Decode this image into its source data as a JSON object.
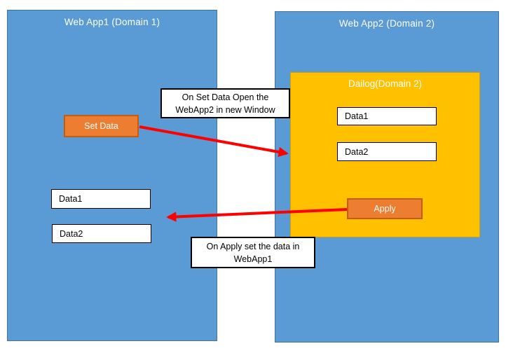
{
  "colors": {
    "panel_blue": "#5B9BD5",
    "panel_blue_border": "#41719C",
    "dialog_gold": "#FFC000",
    "button_orange": "#ED7D31",
    "button_orange_border": "#C55A11",
    "arrow_red": "#FF0000",
    "field_background": "#FFFFFF",
    "field_border": "#000000"
  },
  "app1": {
    "title": "Web App1 (Domain 1)",
    "set_data_button": "Set Data",
    "data1_field": "Data1",
    "data2_field": "Data2"
  },
  "app2": {
    "title": "Web App2 (Domain 2)",
    "dialog": {
      "title": "Dailog(Domain 2)",
      "data1_field": "Data1",
      "data2_field": "Data2",
      "apply_button": "Apply"
    }
  },
  "annotations": {
    "set_data_note": {
      "line1": "On Set Data Open the",
      "line2": "WebApp2 in new Window"
    },
    "apply_note": {
      "line1": "On Apply set the data in",
      "line2": "WebApp1"
    }
  }
}
